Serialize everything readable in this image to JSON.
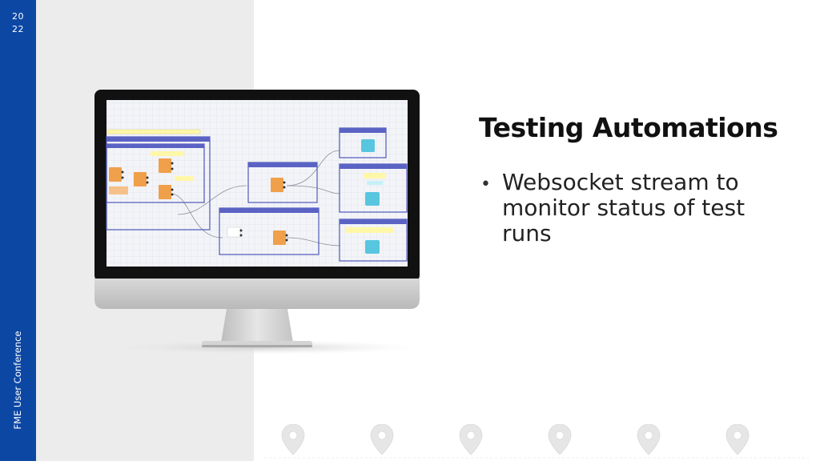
{
  "sidebar": {
    "year_top": "20",
    "year_bottom": "22",
    "conference_label": "FME User Conference",
    "color": "#0c47a4"
  },
  "slide": {
    "title": "Testing Automations",
    "bullets": [
      {
        "bullet": "•",
        "text": "Websocket stream to monitor status of test runs"
      }
    ]
  },
  "illustration": {
    "type": "desktop-monitor",
    "screen_content": "workflow-canvas"
  },
  "decorations": {
    "pin_icon_count": 6,
    "pin_icon": "map-pin-icon"
  }
}
